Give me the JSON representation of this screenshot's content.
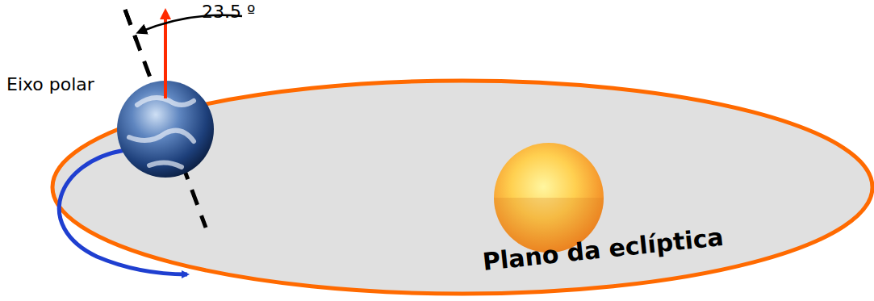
{
  "diagram": {
    "labels": [
      "23.5 º",
      "Eixo polar",
      "Plano da eclíptica"
    ]
  }
}
